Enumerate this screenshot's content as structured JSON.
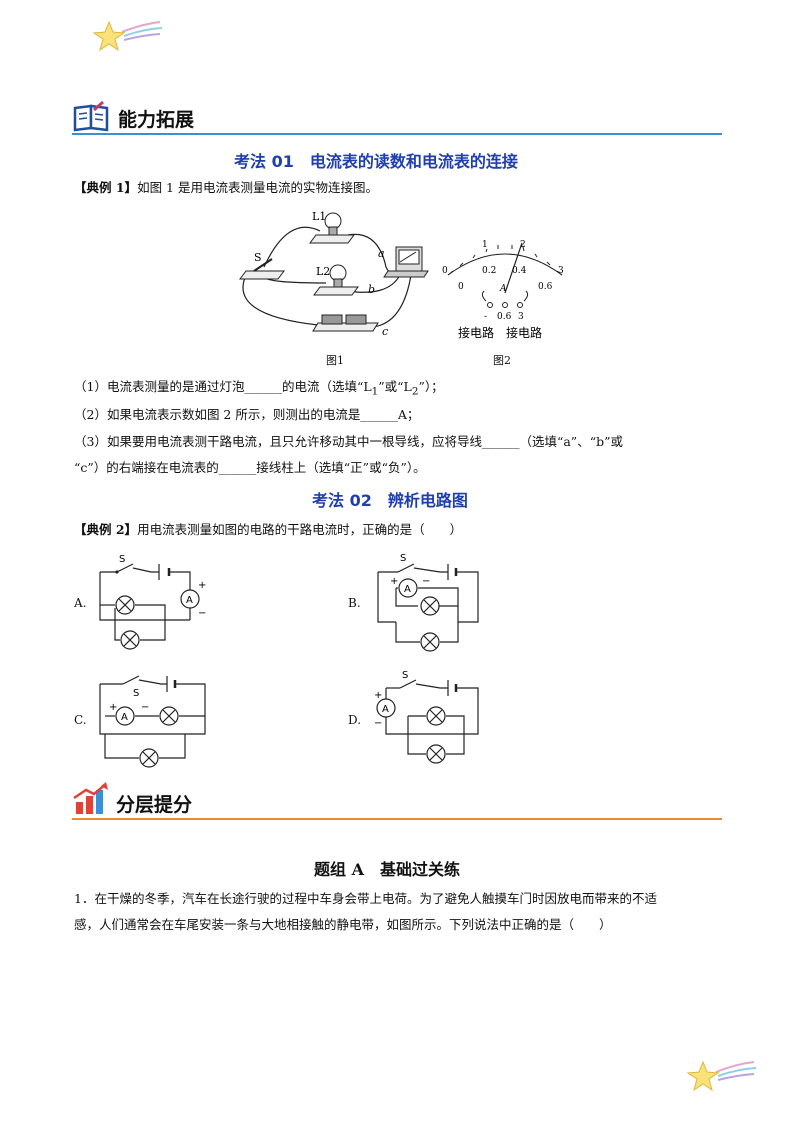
{
  "sections": {
    "ability": "能力拓展",
    "layered": "分层提分"
  },
  "kaofa1": {
    "title": "考法 01　电流表的读数和电流表的连接",
    "example_tag": "【典例 1】",
    "example_text": "如图 1 是用电流表测量电流的实物连接图。",
    "fig1_caption": "图1",
    "fig2_caption": "图2",
    "q1": "（1）电流表测量的是通过灯泡______的电流（选填“L",
    "q1_sub1": "1",
    "q1_mid": "”或“L",
    "q1_sub2": "2",
    "q1_end": "”）；",
    "q2": "（2）如果电流表示数如图 2 所示，则测出的电流是______A；",
    "q3a": "（3）如果要用电流表测干路电流，且只允许移动其中一根导线，应将导线______（选填“a”、“b”或",
    "q3b": "“c”）的右端接在电流表的______接线柱上（选填“正”或“负”）。"
  },
  "fig1": {
    "L1": "L1",
    "L2": "L2",
    "S": "S",
    "a": "a",
    "b": "b",
    "c": "c"
  },
  "fig2": {
    "top_ticks": [
      "0",
      "1",
      "2",
      "3"
    ],
    "bottom_ticks": [
      "0",
      "0.2",
      "0.4",
      "0.6"
    ],
    "needle_label": "A",
    "terminals": [
      "-",
      "0.6",
      "3"
    ],
    "wire_left": "接电路",
    "wire_right": "接电路"
  },
  "kaofa2": {
    "title": "考法 02　辨析电路图",
    "example_tag": "【典例 2】",
    "example_text": "用电流表测量如图的电路的干路电流时，正确的是（　　）",
    "options": [
      "A.",
      "B.",
      "C.",
      "D."
    ],
    "switch_label": "S",
    "ammeter": "A",
    "plus": "+",
    "minus": "−"
  },
  "groupA": {
    "title": "题组 A　基础过关练",
    "q1a": "1．在干燥的冬季，汽车在长途行驶的过程中车身会带上电荷。为了避免人触摸车门时因放电而带来的不适",
    "q1b": "感，人们通常会在车尾安装一条与大地相接触的静电带，如图所示。下列说法中正确的是（　　）"
  }
}
